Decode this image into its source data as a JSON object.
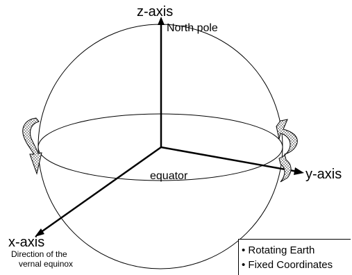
{
  "labels": {
    "z_axis": "z-axis",
    "north_pole": "North pole",
    "y_axis": "y-axis",
    "x_axis": "x-axis",
    "equator": "equator",
    "direction_line1": "Direction of the",
    "direction_line2": "vernal equinox"
  },
  "legend": {
    "items": [
      "• Rotating Earth",
      "• Fixed Coordinates"
    ]
  },
  "colors": {
    "line": "#000000",
    "arrow_fill": "#9a9a9a"
  }
}
